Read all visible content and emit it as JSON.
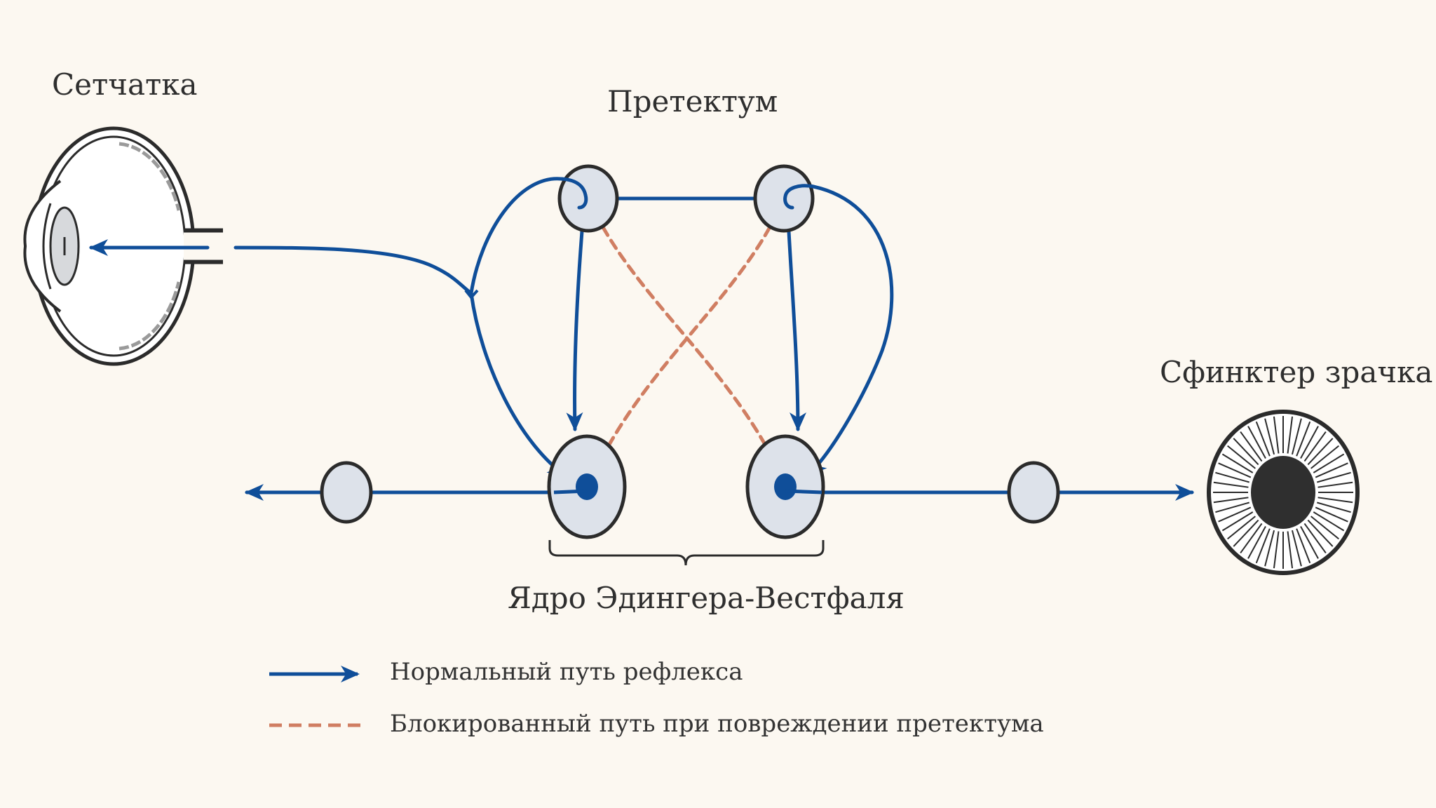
{
  "labels": {
    "retina": "Сетчатка",
    "pretectum": "Претектум",
    "sphincter": "Сфинктер зрачка",
    "ew_nucleus": "Ядро Эдингера-Вестфаля"
  },
  "legend": {
    "normal": "Нормальный путь рефлекса",
    "blocked": "Блокированный путь при повреждении претектума"
  },
  "colors": {
    "normal_path": "#0f4e99",
    "blocked_path": "#d07e62",
    "node_fill": "#dde2ea",
    "outline": "#2b2b2b",
    "background": "#fcf8f1"
  }
}
